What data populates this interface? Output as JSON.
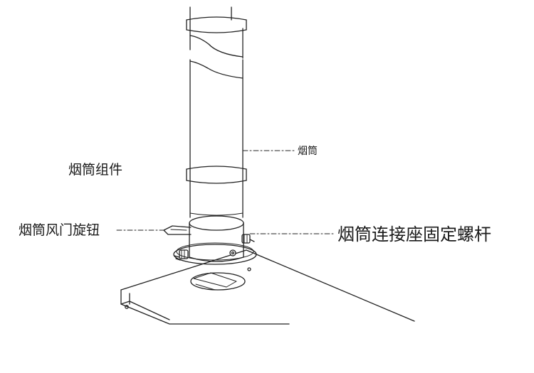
{
  "labels": {
    "assembly": "烟筒组件",
    "chimney": "烟筒",
    "damper_knob": "烟筒风门旋钮",
    "mount_bolt": "烟筒连接座固定螺杆"
  },
  "colors": {
    "line": "#222222",
    "background": "#ffffff"
  }
}
